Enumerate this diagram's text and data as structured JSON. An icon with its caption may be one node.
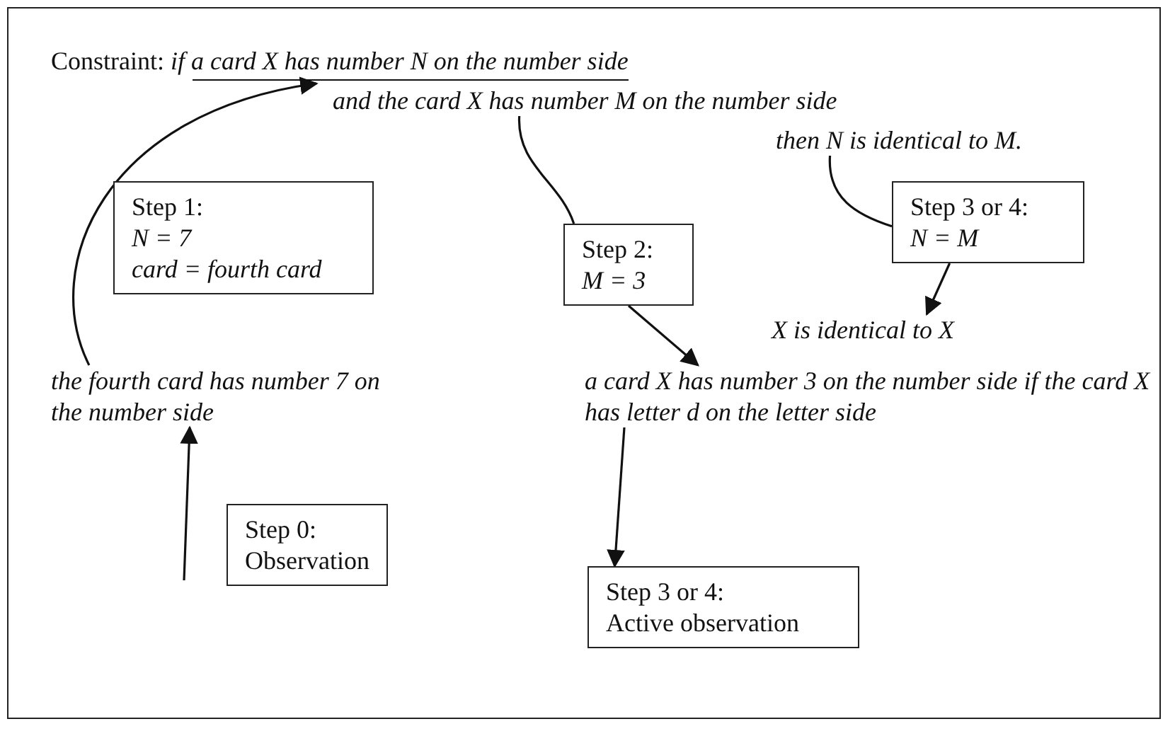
{
  "diagram": {
    "nodes": [
      {
        "text": [
          "Constraint: *if a card X has number N on the number side*"
        ]
      },
      {
        "text": [
          "and the card X has number M on the number side"
        ]
      },
      {
        "text": [
          "then N is identical to M."
        ]
      },
      {
        "text": [
          "Step 1:",
          "N = 7",
          "card = fourth card"
        ]
      },
      {
        "text": [
          "Step 2:",
          "M = 3"
        ]
      },
      {
        "text": [
          "Step 3 or 4:",
          "N = M"
        ]
      },
      {
        "text": [
          "X is identical to X"
        ]
      },
      {
        "text": [
          "the fourth card has number 7 on the number side"
        ]
      },
      {
        "text": [
          "a card X has number 3 on the number side if the card X has letter d on the letter side"
        ]
      },
      {
        "text": [
          "Step 0:",
          "Observation"
        ]
      },
      {
        "text": [
          "Step 3 or 4:",
          "Active observation"
        ]
      }
    ],
    "edges": [
      {
        "from": 7,
        "to": 0,
        "arrow": "to"
      },
      {
        "from": 1,
        "to": 4,
        "arrow": "none"
      },
      {
        "from": 4,
        "to": 8,
        "arrow": "to"
      },
      {
        "from": 2,
        "to": 5,
        "arrow": "none"
      },
      {
        "from": 5,
        "to": 6,
        "arrow": "to"
      },
      {
        "from": null,
        "to": 7,
        "arrow": "to"
      },
      {
        "from": 8,
        "to": 10,
        "arrow": "to"
      }
    ]
  }
}
